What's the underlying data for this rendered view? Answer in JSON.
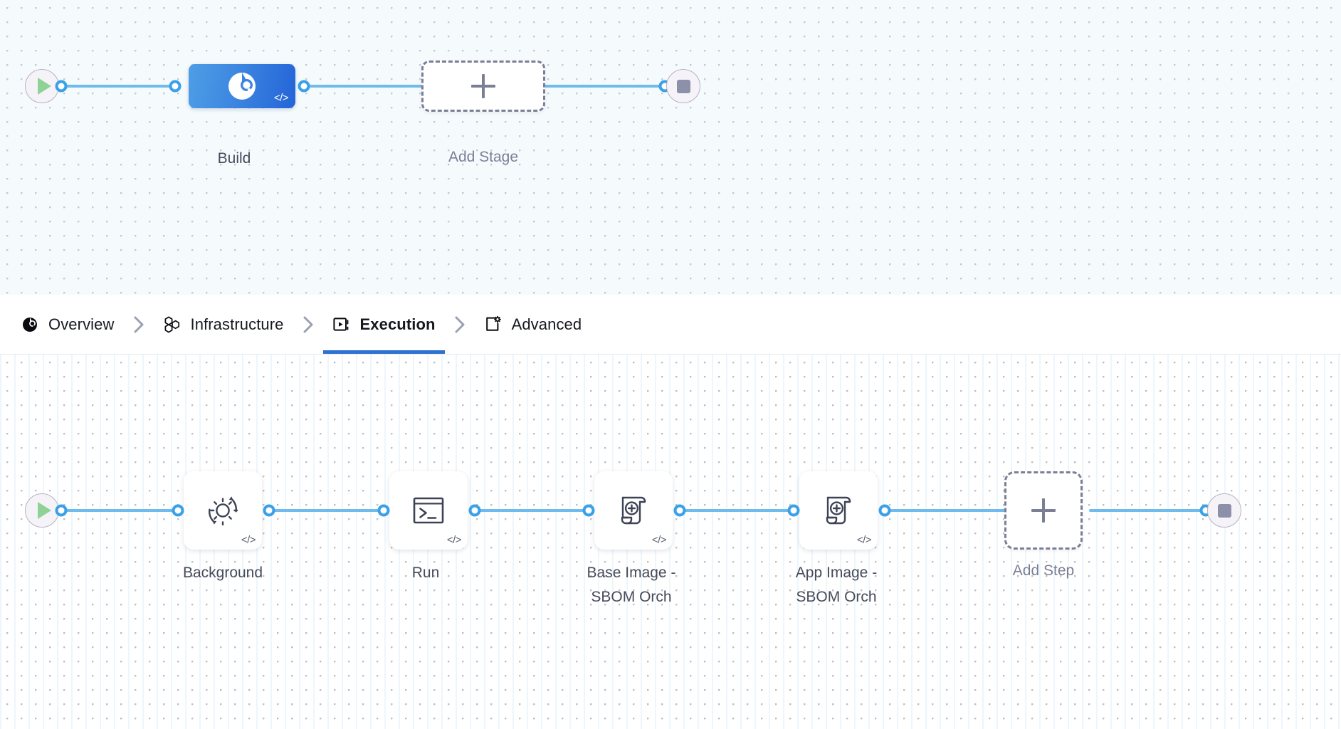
{
  "stage_canvas": {
    "start_node": {
      "icon": "play-icon",
      "label": ""
    },
    "end_node": {
      "icon": "stop-icon",
      "label": ""
    },
    "stages": [
      {
        "id": "build",
        "label": "Build",
        "icon": "build-ci-icon",
        "badge": "</>",
        "selected": true
      }
    ],
    "add_stage": {
      "label": "Add Stage",
      "icon": "plus-icon"
    }
  },
  "tabs": {
    "items": [
      {
        "id": "overview",
        "label": "Overview",
        "icon": "overview-pie-icon",
        "active": false
      },
      {
        "id": "infrastructure",
        "label": "Infrastructure",
        "icon": "hexagon-cluster-icon",
        "active": false
      },
      {
        "id": "execution",
        "label": "Execution",
        "icon": "execution-play-box-icon",
        "active": true
      },
      {
        "id": "advanced",
        "label": "Advanced",
        "icon": "advanced-gear-box-icon",
        "active": false
      }
    ],
    "separator_icon": "chevron-right-icon",
    "active_underline_color": "#2d72d2"
  },
  "step_canvas": {
    "start_node": {
      "icon": "play-icon"
    },
    "end_node": {
      "icon": "stop-icon"
    },
    "steps": [
      {
        "id": "background",
        "label": "Background",
        "icon": "gear-refresh-icon",
        "badge": "</>"
      },
      {
        "id": "run",
        "label": "Run",
        "icon": "terminal-icon",
        "badge": "</>"
      },
      {
        "id": "base-image-sbom",
        "label": "Base Image -\nSBOM Orch",
        "icon": "sbom-scroll-icon",
        "badge": "</>"
      },
      {
        "id": "app-image-sbom",
        "label": "App Image -\nSBOM Orch",
        "icon": "sbom-scroll-icon",
        "badge": "</>"
      }
    ],
    "add_step": {
      "label": "Add Step",
      "icon": "plus-icon"
    }
  },
  "colors": {
    "edge": "#6fbbee",
    "port_ring": "#3aa0e8",
    "stage_gradient_from": "#4e9ee6",
    "stage_gradient_to": "#2464d8",
    "play_green": "#8ed295",
    "stop_gray": "#8c90a8",
    "dashed_border": "#7b7f96",
    "label_text": "#464a5a",
    "tab_text": "#16181f"
  }
}
